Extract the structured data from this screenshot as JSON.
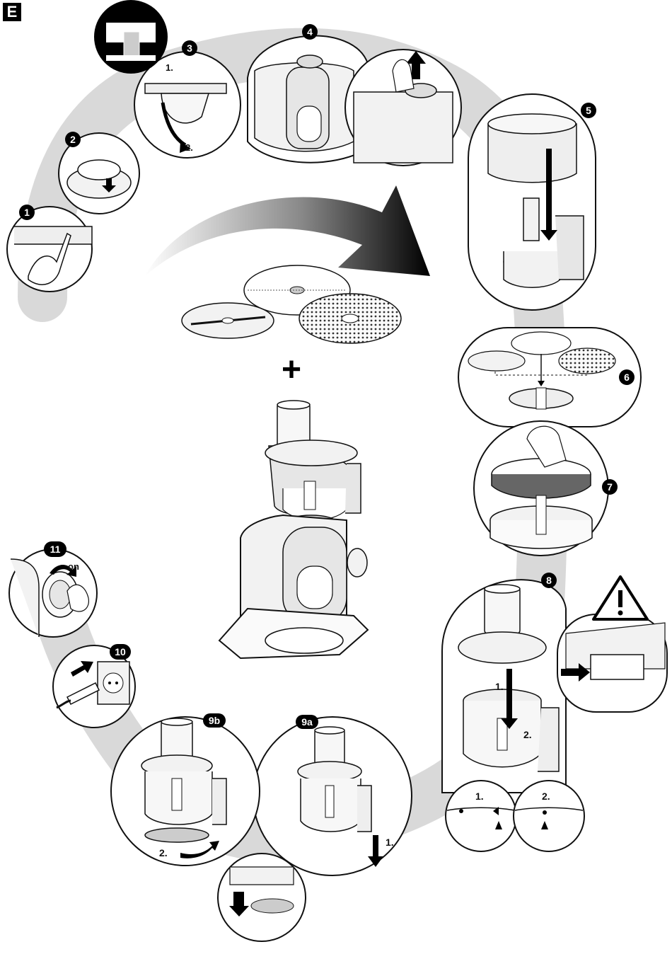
{
  "section_letter": "E",
  "steps": {
    "s1": "1",
    "s2": "2",
    "s3": "3",
    "s4": "4",
    "s5": "5",
    "s6": "6",
    "s7": "7",
    "s8": "8",
    "s9a": "9a",
    "s9b": "9b",
    "s10": "10",
    "s11": "11"
  },
  "center_plus": "+",
  "sub_labels": {
    "step3_first": "1.",
    "step3_second": "2.",
    "step8_first": "1.",
    "step8_second": "2.",
    "step8_detail_first": "1.",
    "step8_detail_second": "2.",
    "step9a_first": "1.",
    "step9b_second": "2.",
    "step11_on": "on"
  },
  "icons": [
    "warning-triangle-icon",
    "arrow-icon",
    "power-plug-icon",
    "wall-socket-icon",
    "rotary-switch-icon"
  ],
  "colors": {
    "outline": "#111111",
    "path_shadow": "#d9d9d9",
    "badge": "#000000",
    "body_light": "#f2f2f2",
    "transparent_bowl": "#e6e6e6"
  }
}
